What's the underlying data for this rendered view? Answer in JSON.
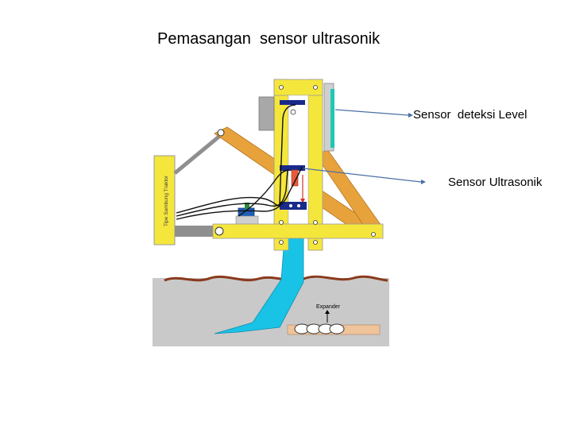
{
  "title": "Pemasangan  sensor ultrasonik",
  "callouts": {
    "level_sensor": "Sensor  deteksi Level",
    "ultrasonic_sensor": "Sensor Ultrasonik"
  },
  "diagram_labels": {
    "tractor_plate": "Tipe Sambung Traktor",
    "expander": "Expander"
  },
  "colors": {
    "frame_yellow": "#f5e63c",
    "arm_orange": "#e8a23c",
    "tine_cyan": "#19c3e6",
    "soil_gray": "#c9c9c9",
    "soil_line_brown": "#8a3a1c",
    "pipe_peach": "#f0c49a",
    "callout_line": "#4a6fa5"
  }
}
